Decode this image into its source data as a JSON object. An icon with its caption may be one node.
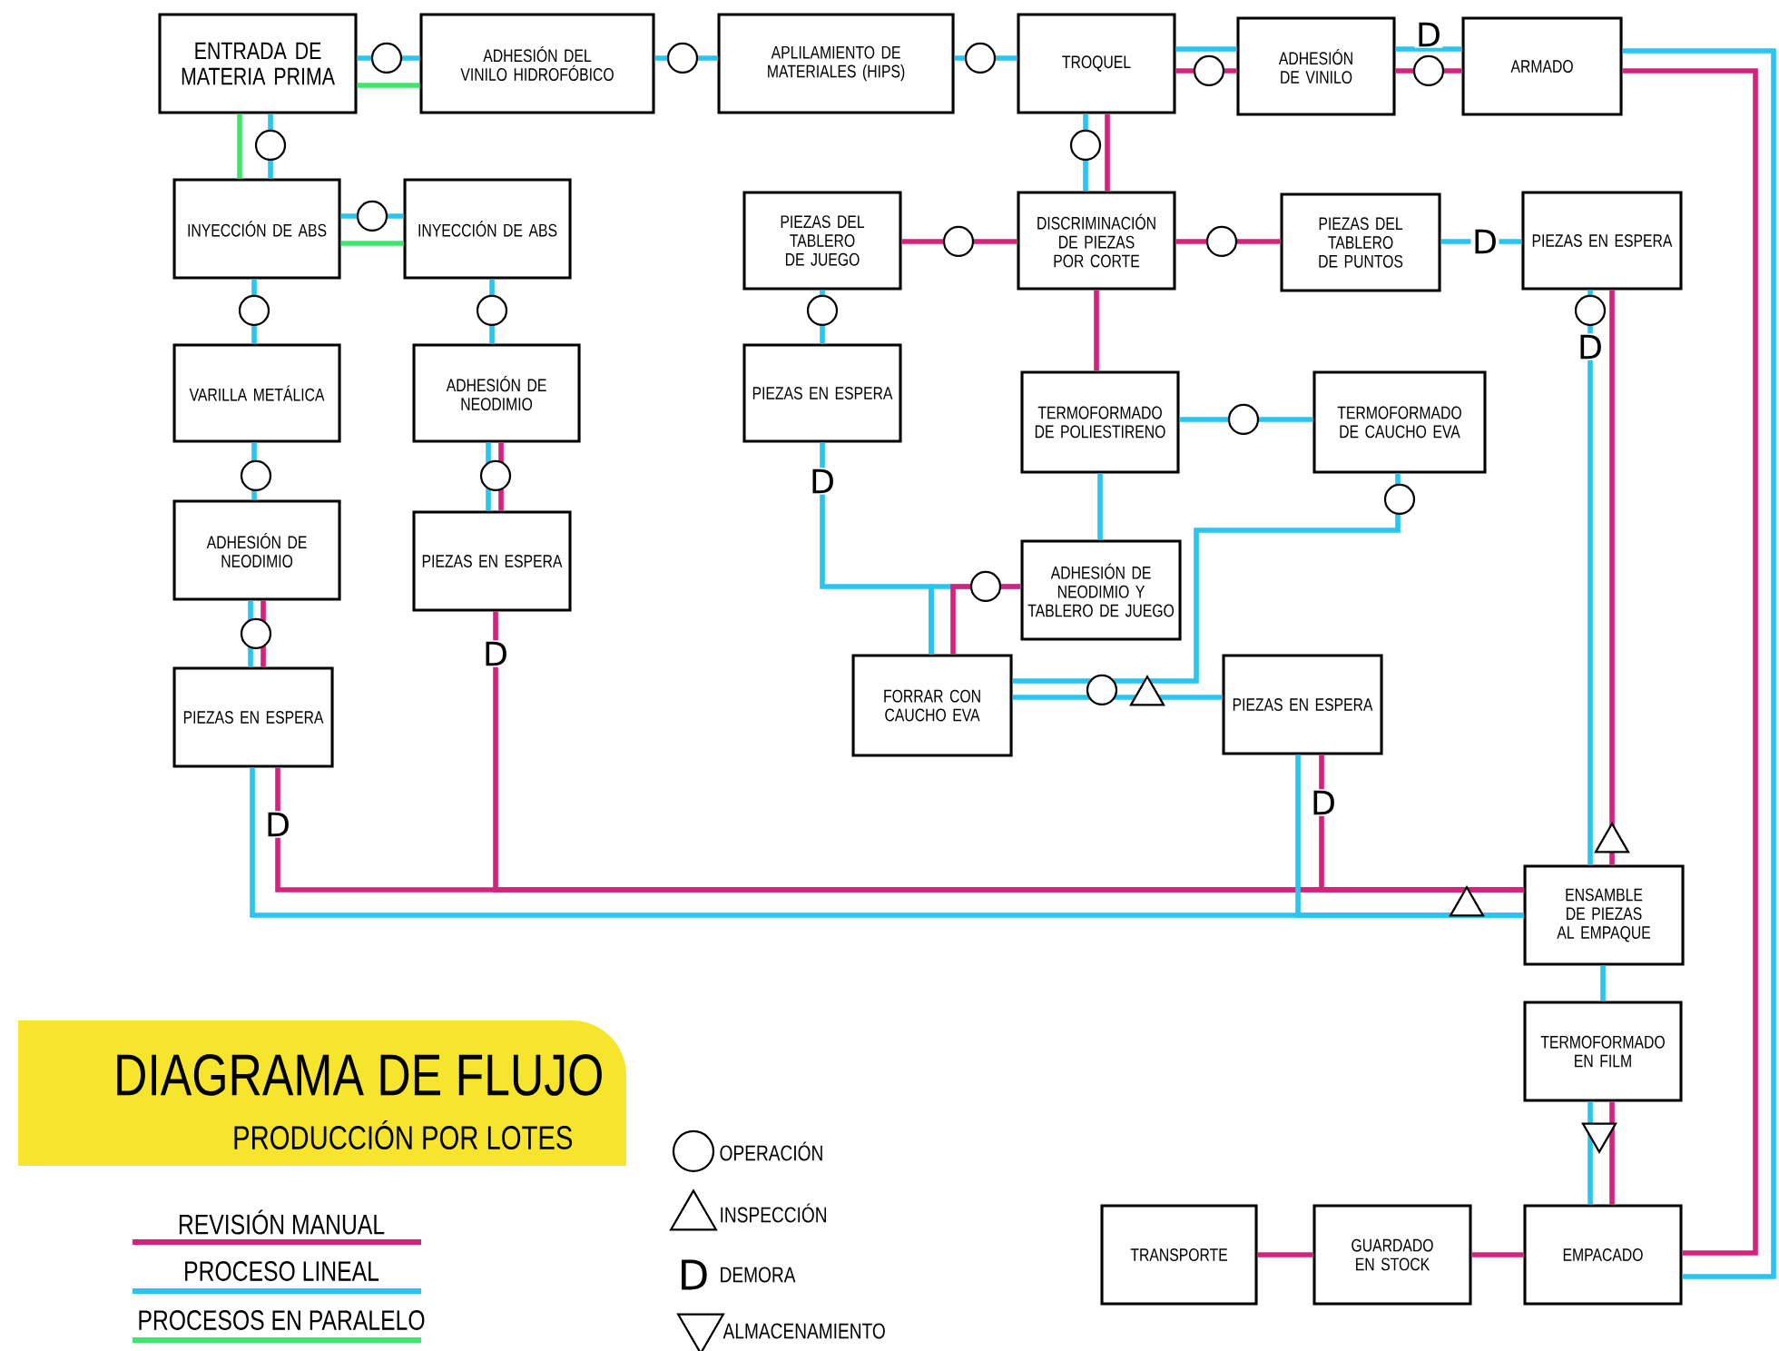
{
  "diagram": {
    "title": "DIAGRAMA DE FLUJO",
    "nodes": [
      {
        "text": [
          "ENTRADA DE MATERIA PRIMA"
        ]
      },
      {
        "text": [
          "ADHESIÓN DEL VINILO HIDROFÓBICO"
        ]
      },
      {
        "text": [
          "APLILAMIENTO DE MATERIALES (HIPS)"
        ]
      },
      {
        "text": [
          "TROQUEL"
        ]
      },
      {
        "text": [
          "ADHESIÓN DE VINILO"
        ]
      },
      {
        "text": [
          "ARMADO"
        ]
      },
      {
        "text": [
          "INYECCIÓN DE ABS"
        ]
      },
      {
        "text": [
          "INYECCIÓN DE ABS"
        ]
      },
      {
        "text": [
          "PIEZAS DEL TABLERO DE JUEGO"
        ]
      },
      {
        "text": [
          "DISCRIMINACIÓN DE PIEZAS POR CORTE"
        ]
      },
      {
        "text": [
          "PIEZAS DEL TABLERO DE PUNTOS"
        ]
      },
      {
        "text": [
          "PIEZAS EN ESPERA"
        ]
      },
      {
        "text": [
          "VARILLA METÁLICA"
        ]
      },
      {
        "text": [
          "ADHESIÓN DE NEODIMIO"
        ]
      },
      {
        "text": [
          "PIEZAS EN ESPERA"
        ]
      },
      {
        "text": [
          "TERMOFORMADO DE POLIESTIRENO"
        ]
      },
      {
        "text": [
          "TERMOFORMADO DE CAUCHO EVA"
        ]
      },
      {
        "text": [
          "ADHESIÓN DE NEODIMIO"
        ]
      },
      {
        "text": [
          "PIEZAS EN ESPERA"
        ]
      },
      {
        "text": [
          "ADHESIÓN DE NEODIMIO Y TABLERO DE JUEGO"
        ]
      },
      {
        "text": [
          "PIEZAS EN ESPERA"
        ]
      },
      {
        "text": [
          "FORRAR CON CAUCHO EVA"
        ]
      },
      {
        "text": [
          "PIEZAS EN ESPERA"
        ]
      },
      {
        "text": [
          "ENSAMBLE DE PIEZAS AL EMPAQUE"
        ]
      },
      {
        "text": [
          "TERMOFORMADO EN FILM"
        ]
      },
      {
        "text": [
          "TRANSPORTE"
        ]
      },
      {
        "text": [
          "GUARDADO EN STOCK"
        ]
      },
      {
        "text": [
          "EMPACADO"
        ]
      }
    ],
    "edges": [
      {
        "from": 0,
        "to": 1,
        "arrow": "none"
      },
      {
        "from": 0,
        "to": 1,
        "arrow": "none",
        "color": "#3ee66e"
      },
      {
        "from": 1,
        "to": 2,
        "arrow": "none"
      },
      {
        "from": 2,
        "to": 3,
        "arrow": "none"
      },
      {
        "from": 3,
        "to": 4,
        "arrow": "none"
      },
      {
        "from": 3,
        "to": 4,
        "arrow": "none",
        "color": "#d4237e"
      },
      {
        "from": 4,
        "to": 5,
        "arrow": "none",
        "label": "D"
      },
      {
        "from": 4,
        "to": 5,
        "arrow": "none",
        "color": "#d4237e"
      },
      {
        "from": 5,
        "to": 27,
        "arrow": "none"
      },
      {
        "from": 5,
        "to": 27,
        "arrow": "none",
        "color": "#d4237e"
      },
      {
        "from": 0,
        "to": 6,
        "arrow": "none",
        "color": "#3ee66e"
      },
      {
        "from": 0,
        "to": 6,
        "arrow": "none"
      },
      {
        "from": 6,
        "to": 7,
        "arrow": "none"
      },
      {
        "from": 6,
        "to": 7,
        "arrow": "none",
        "color": "#3ee66e"
      },
      {
        "from": 6,
        "to": 12,
        "arrow": "none"
      },
      {
        "from": 7,
        "to": 13,
        "arrow": "none"
      },
      {
        "from": 12,
        "to": 17,
        "arrow": "none"
      },
      {
        "from": 13,
        "to": 18,
        "arrow": "none"
      },
      {
        "from": 13,
        "to": 18,
        "arrow": "none",
        "color": "#d4237e"
      },
      {
        "from": 17,
        "to": 20,
        "arrow": "none"
      },
      {
        "from": 17,
        "to": 20,
        "arrow": "none",
        "color": "#d4237e"
      },
      {
        "from": 20,
        "to": 23,
        "arrow": "none"
      },
      {
        "from": 20,
        "to": 23,
        "arrow": "none",
        "label": "D",
        "color": "#d4237e"
      },
      {
        "from": 18,
        "to": 23,
        "arrow": "none",
        "label": "D",
        "color": "#d4237e"
      },
      {
        "from": 3,
        "to": 9,
        "arrow": "none"
      },
      {
        "from": 3,
        "to": 9,
        "arrow": "none",
        "color": "#d4237e"
      },
      {
        "from": 9,
        "to": 8,
        "arrow": "none",
        "color": "#d4237e"
      },
      {
        "from": 9,
        "to": 10,
        "arrow": "none",
        "color": "#d4237e"
      },
      {
        "from": 10,
        "to": 11,
        "arrow": "none",
        "label": "D"
      },
      {
        "from": 8,
        "to": 14,
        "arrow": "none"
      },
      {
        "from": 9,
        "to": 15,
        "arrow": "none",
        "color": "#d4237e"
      },
      {
        "from": 15,
        "to": 16,
        "arrow": "none"
      },
      {
        "from": 15,
        "to": 19,
        "arrow": "none"
      },
      {
        "from": 14,
        "to": 21,
        "arrow": "none",
        "label": "D"
      },
      {
        "from": 19,
        "to": 21,
        "arrow": "none"
      },
      {
        "from": 19,
        "to": 21,
        "arrow": "none",
        "color": "#d4237e"
      },
      {
        "from": 16,
        "to": 21,
        "arrow": "none"
      },
      {
        "from": 21,
        "to": 22,
        "arrow": "none"
      },
      {
        "from": 22,
        "to": 23,
        "arrow": "none"
      },
      {
        "from": 22,
        "to": 23,
        "arrow": "none",
        "label": "D",
        "color": "#d4237e"
      },
      {
        "from": 11,
        "to": 23,
        "arrow": "none",
        "label": "D"
      },
      {
        "from": 11,
        "to": 23,
        "arrow": "none",
        "color": "#d4237e"
      },
      {
        "from": 23,
        "to": 24,
        "arrow": "none"
      },
      {
        "from": 24,
        "to": 27,
        "arrow": "none"
      },
      {
        "from": 24,
        "to": 27,
        "arrow": "none",
        "color": "#d4237e"
      },
      {
        "from": 27,
        "to": 26,
        "arrow": "none",
        "color": "#d4237e"
      },
      {
        "from": 26,
        "to": 25,
        "arrow": "none",
        "color": "#d4237e"
      }
    ],
    "labels": [
      "PRODUCCIÓN POR LOTES",
      "D"
    ],
    "legend": [
      {
        "text": "REVISIÓN MANUAL",
        "color": "#d4237e"
      },
      {
        "text": "PROCESO LINEAL",
        "color": "#29c5f0"
      },
      {
        "text": "PROCESOS EN PARALELO",
        "color": "#3ee66e"
      },
      {
        "text": "OPERACIÓN"
      },
      {
        "text": "INSPECCIÓN"
      },
      {
        "text": "DEMORA"
      },
      {
        "text": "ALMACENAMIENTO"
      }
    ]
  }
}
